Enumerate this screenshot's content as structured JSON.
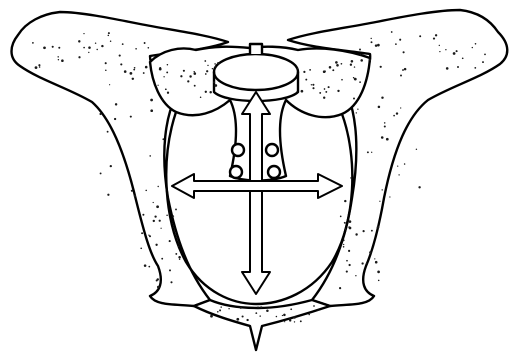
{
  "illustration": {
    "subject": "pelvis-outlet-diagram",
    "line_color": "#000000",
    "background_color": "#ffffff",
    "texture_color": "#1a1a1a"
  },
  "arrows": [
    {
      "name": "vertical-diameter-arrow",
      "icon": "double-headed-arrow-vertical"
    },
    {
      "name": "transverse-diameter-arrow",
      "icon": "double-headed-arrow-horizontal"
    }
  ]
}
